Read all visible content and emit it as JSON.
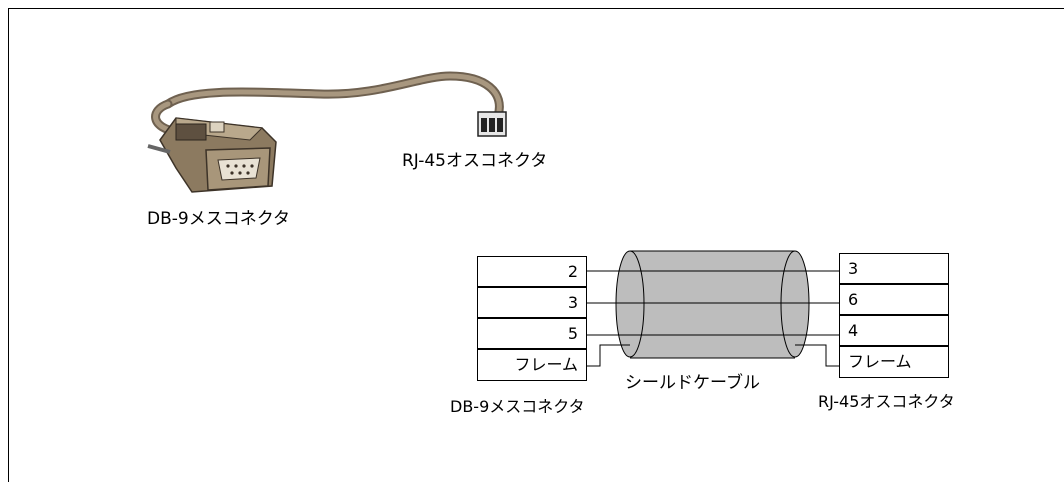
{
  "photo": {
    "db9_label": "DB-9メスコネクタ",
    "rj45_label": "RJ-45オスコネクタ"
  },
  "wiring": {
    "left_pins": [
      "2",
      "3",
      "5",
      "フレーム"
    ],
    "right_pins": [
      "3",
      "6",
      "4",
      "フレーム"
    ],
    "left_connector_label": "DB-9メスコネクタ",
    "right_connector_label": "RJ-45オスコネクタ",
    "cable_label": "シールドケーブル"
  },
  "colors": {
    "cable_fill": "#bdbdbd",
    "connector_body": "#9e8c72",
    "cable_wire": "#8a7a66"
  }
}
